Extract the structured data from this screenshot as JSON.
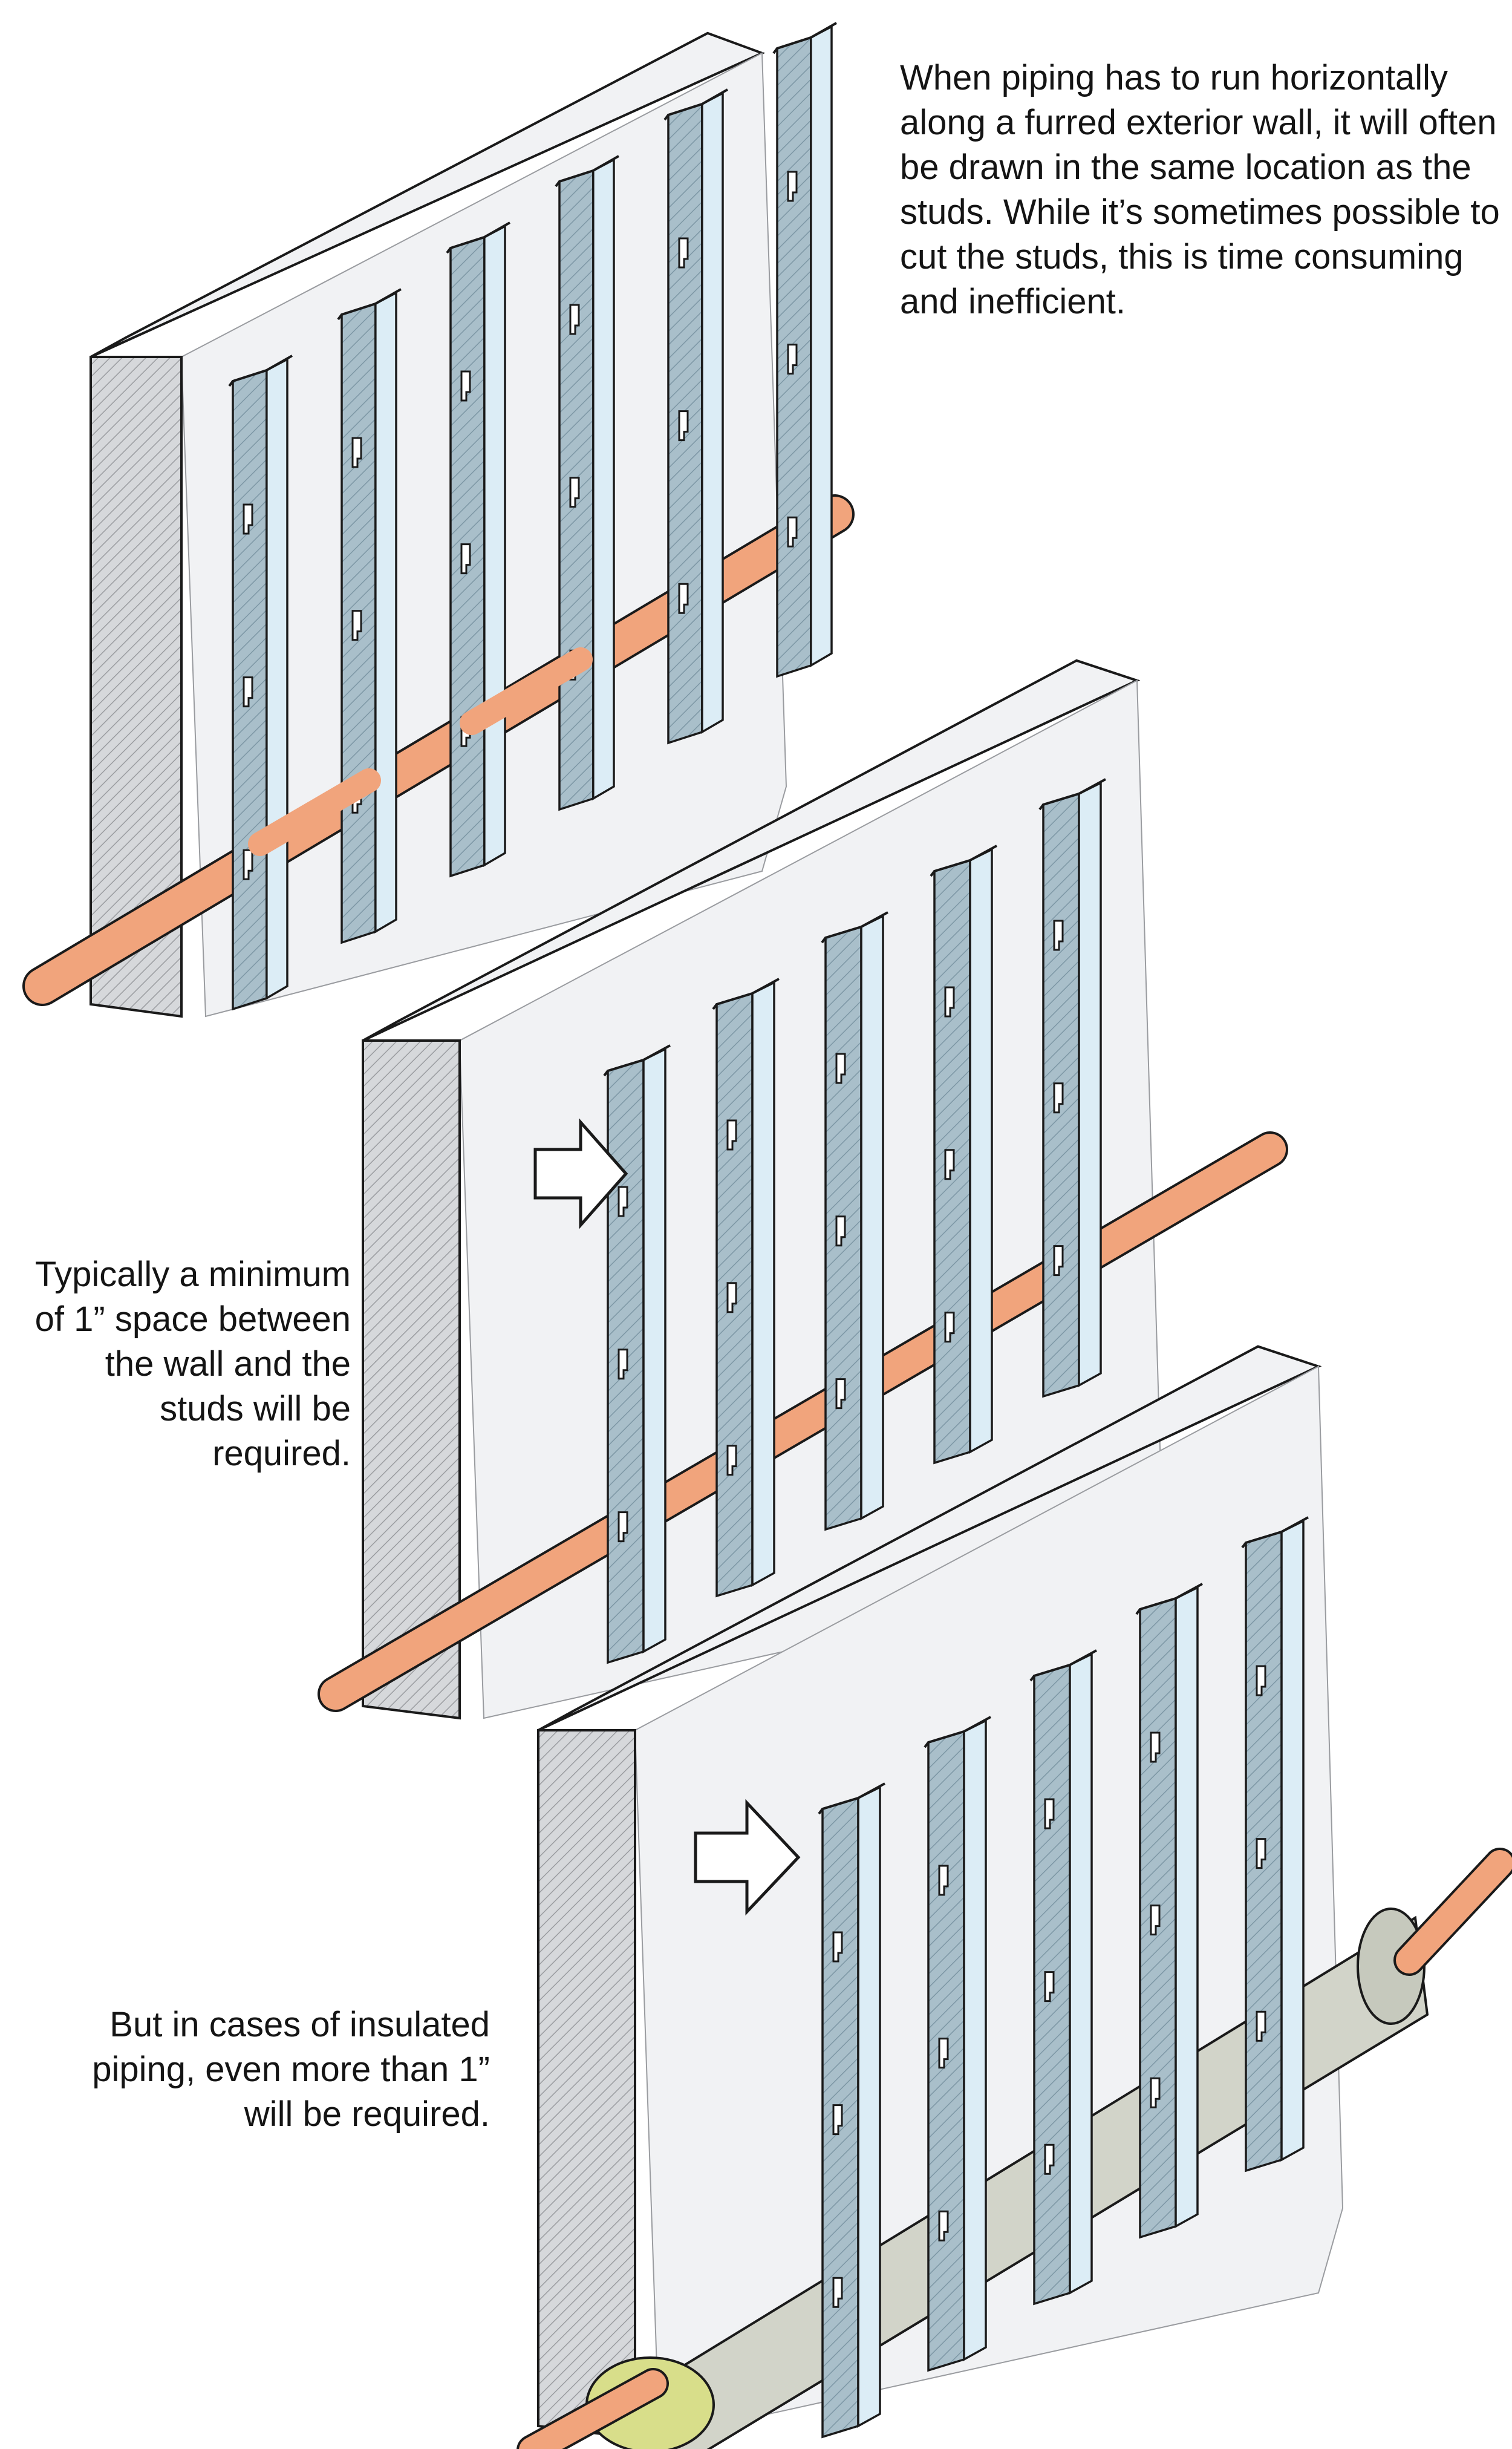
{
  "captions": {
    "top": "When piping has to run horizontally along a furred exterior wall, it will often be drawn in the same location as the studs. While it’s sometimes possible to cut the studs, this is time consuming and inefficient.",
    "middle": "Typically a minimum of 1” space between the wall and the studs will be required.",
    "bottom": "But in cases of insulated piping, even more than 1” will be required."
  },
  "colors": {
    "wall_face": "#f1f2f4",
    "wall_side": "#cfd1d4",
    "stud_back": "#dcedf6",
    "stud_web": "#a9bfca",
    "pipe": "#f1a47c",
    "insulation": "#d2d4c9",
    "insulation_cut": "#d8de8a",
    "outline": "#1a1a1a"
  }
}
